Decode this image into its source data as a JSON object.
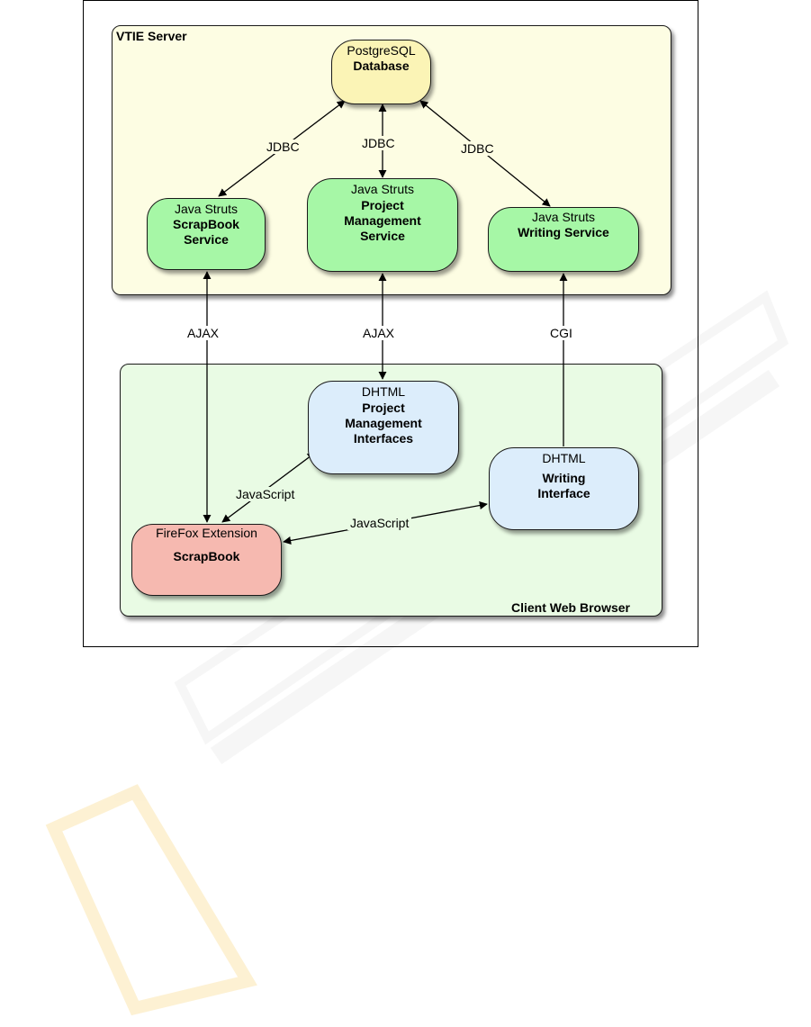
{
  "diagram": {
    "server": {
      "title": "VTIE Server",
      "database": {
        "sub": "PostgreSQL",
        "main": "Database"
      },
      "scrapbook_service": {
        "sub": "Java Struts",
        "main": "ScrapBook\nService"
      },
      "pm_service": {
        "sub": "Java Struts",
        "main": "Project\nManagement\nService"
      },
      "writing_service": {
        "sub": "Java Struts",
        "main": "Writing Service"
      }
    },
    "client": {
      "title": "Client Web Browser",
      "pm_interfaces": {
        "sub": "DHTML",
        "main": "Project\nManagement\nInterfaces"
      },
      "writing_interface": {
        "sub": "DHTML",
        "main": "Writing\nInterface"
      },
      "scrapbook_ext": {
        "sub": "FireFox Extension",
        "main": "ScrapBook"
      }
    },
    "edges": {
      "jdbc_left": "JDBC",
      "jdbc_center": "JDBC",
      "jdbc_right": "JDBC",
      "ajax_left": "AJAX",
      "ajax_center": "AJAX",
      "cgi": "CGI",
      "js_upper": "JavaScript",
      "js_lower": "JavaScript"
    },
    "colors": {
      "server_bg": "#fdfde3",
      "client_bg": "#e9fbe4",
      "database_fill": "#fbf4b6",
      "service_fill": "#a6f7a6",
      "interface_fill": "#dcedfb",
      "extension_fill": "#f6b9b0"
    }
  }
}
